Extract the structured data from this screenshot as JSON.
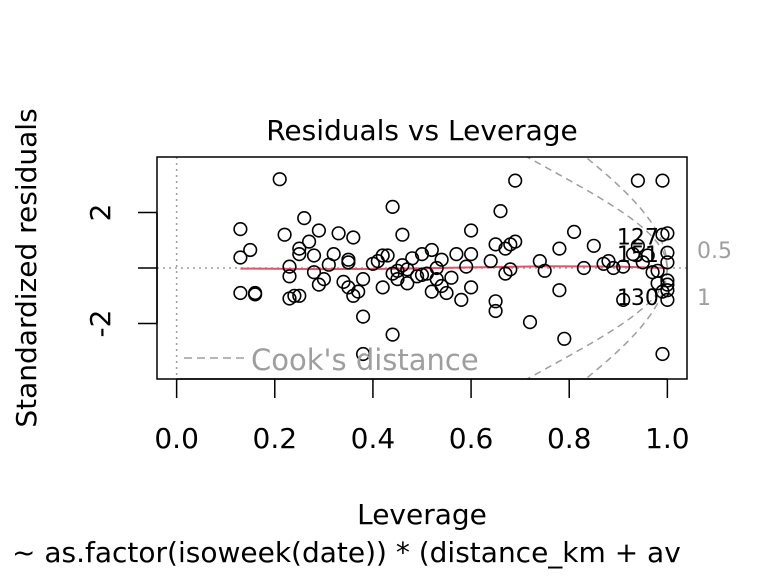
{
  "chart_data": {
    "type": "scatter",
    "title": "Residuals vs Leverage",
    "xlabel": "Leverage",
    "ylabel": "Standardized residuals",
    "subtitle": "~ as.factor(isoweek(date)) * (distance_km + av",
    "xlim": [
      -0.04,
      1.04
    ],
    "ylim": [
      -4.0,
      4.0
    ],
    "x_ticks": [
      0.0,
      0.2,
      0.4,
      0.6,
      0.8,
      1.0
    ],
    "x_tick_labels": [
      "0.0",
      "0.2",
      "0.4",
      "0.6",
      "0.8",
      "1.0"
    ],
    "y_ticks": [
      -2,
      0,
      2
    ],
    "y_tick_labels": [
      "-2",
      "",
      "2"
    ],
    "legend": {
      "label": "Cook's distance",
      "position": "bottom-left"
    },
    "cooks_contours": [
      {
        "level": 0.5,
        "label": "0.5"
      },
      {
        "level": 1,
        "label": "1"
      }
    ],
    "num_params": 80,
    "point_labels": [
      {
        "text": "127",
        "x": 0.995,
        "y": 1.14
      },
      {
        "text": "151",
        "x": 0.995,
        "y": 0.5
      },
      {
        "text": "130",
        "x": 0.995,
        "y": -1.05
      }
    ],
    "colors": {
      "points": "#000000",
      "smooth": "#df536b",
      "reference": "#9e9e9e",
      "contour": "#9e9e9e"
    },
    "smooth": [
      [
        0.13,
        -0.02
      ],
      [
        0.3,
        -0.04
      ],
      [
        0.45,
        -0.03
      ],
      [
        0.6,
        0.02
      ],
      [
        0.75,
        0.06
      ],
      [
        0.9,
        0.05
      ],
      [
        1.0,
        0.0
      ]
    ],
    "points": [
      [
        0.13,
        -0.9
      ],
      [
        0.13,
        0.38
      ],
      [
        0.13,
        1.4
      ],
      [
        0.15,
        0.65
      ],
      [
        0.16,
        -0.9
      ],
      [
        0.16,
        -0.95
      ],
      [
        0.21,
        3.2
      ],
      [
        0.22,
        1.2
      ],
      [
        0.23,
        -0.3
      ],
      [
        0.23,
        0.05
      ],
      [
        0.23,
        -1.1
      ],
      [
        0.24,
        -1.0
      ],
      [
        0.25,
        -1.0
      ],
      [
        0.25,
        0.7
      ],
      [
        0.25,
        0.5
      ],
      [
        0.26,
        1.8
      ],
      [
        0.27,
        0.95
      ],
      [
        0.28,
        -0.15
      ],
      [
        0.28,
        0.45
      ],
      [
        0.29,
        -0.6
      ],
      [
        0.29,
        1.35
      ],
      [
        0.3,
        -0.4
      ],
      [
        0.31,
        0.12
      ],
      [
        0.32,
        0.5
      ],
      [
        0.33,
        1.25
      ],
      [
        0.34,
        -0.5
      ],
      [
        0.35,
        -0.7
      ],
      [
        0.35,
        0.2
      ],
      [
        0.35,
        0.3
      ],
      [
        0.36,
        -1.0
      ],
      [
        0.36,
        1.1
      ],
      [
        0.37,
        -0.85
      ],
      [
        0.38,
        -0.4
      ],
      [
        0.38,
        -1.75
      ],
      [
        0.38,
        -3.1
      ],
      [
        0.4,
        0.15
      ],
      [
        0.41,
        0.25
      ],
      [
        0.42,
        0.45
      ],
      [
        0.42,
        -0.7
      ],
      [
        0.43,
        0.45
      ],
      [
        0.44,
        -2.4
      ],
      [
        0.44,
        2.2
      ],
      [
        0.44,
        -0.2
      ],
      [
        0.45,
        -0.1
      ],
      [
        0.45,
        -0.4
      ],
      [
        0.46,
        1.2
      ],
      [
        0.46,
        0.1
      ],
      [
        0.47,
        -0.05
      ],
      [
        0.47,
        -0.55
      ],
      [
        0.48,
        0.35
      ],
      [
        0.49,
        -0.3
      ],
      [
        0.5,
        -0.25
      ],
      [
        0.5,
        0.5
      ],
      [
        0.51,
        -0.2
      ],
      [
        0.52,
        0.65
      ],
      [
        0.52,
        -0.85
      ],
      [
        0.53,
        0.0
      ],
      [
        0.53,
        -0.4
      ],
      [
        0.54,
        -0.65
      ],
      [
        0.54,
        0.3
      ],
      [
        0.55,
        -0.9
      ],
      [
        0.56,
        -0.35
      ],
      [
        0.57,
        0.5
      ],
      [
        0.58,
        -1.15
      ],
      [
        0.59,
        0.05
      ],
      [
        0.6,
        1.35
      ],
      [
        0.6,
        0.5
      ],
      [
        0.6,
        -0.7
      ],
      [
        0.64,
        0.25
      ],
      [
        0.65,
        -1.2
      ],
      [
        0.65,
        -1.55
      ],
      [
        0.65,
        0.85
      ],
      [
        0.66,
        2.05
      ],
      [
        0.67,
        0.7
      ],
      [
        0.67,
        -0.2
      ],
      [
        0.68,
        -0.05
      ],
      [
        0.68,
        0.85
      ],
      [
        0.69,
        3.15
      ],
      [
        0.69,
        0.95
      ],
      [
        0.72,
        -1.95
      ],
      [
        0.74,
        0.25
      ],
      [
        0.75,
        -0.1
      ],
      [
        0.78,
        -0.8
      ],
      [
        0.78,
        0.7
      ],
      [
        0.79,
        -2.55
      ],
      [
        0.81,
        1.3
      ],
      [
        0.83,
        0.0
      ],
      [
        0.85,
        0.8
      ],
      [
        0.87,
        0.15
      ],
      [
        0.88,
        0.25
      ],
      [
        0.89,
        0.0
      ],
      [
        0.91,
        -1.15
      ],
      [
        0.91,
        0.05
      ],
      [
        0.93,
        0.5
      ],
      [
        0.94,
        0.8
      ],
      [
        0.94,
        3.15
      ],
      [
        0.95,
        0.2
      ],
      [
        0.96,
        0.45
      ],
      [
        0.97,
        -0.15
      ],
      [
        0.98,
        -0.55
      ],
      [
        0.98,
        -0.1
      ],
      [
        0.99,
        1.2
      ],
      [
        0.99,
        -0.85
      ],
      [
        0.99,
        -3.1
      ],
      [
        0.99,
        3.15
      ],
      [
        1.0,
        1.25
      ],
      [
        1.0,
        0.2
      ],
      [
        1.0,
        -0.45
      ],
      [
        1.0,
        -0.8
      ],
      [
        1.0,
        0.55
      ],
      [
        1.0,
        -1.15
      ],
      [
        1.0,
        -0.6
      ]
    ]
  }
}
